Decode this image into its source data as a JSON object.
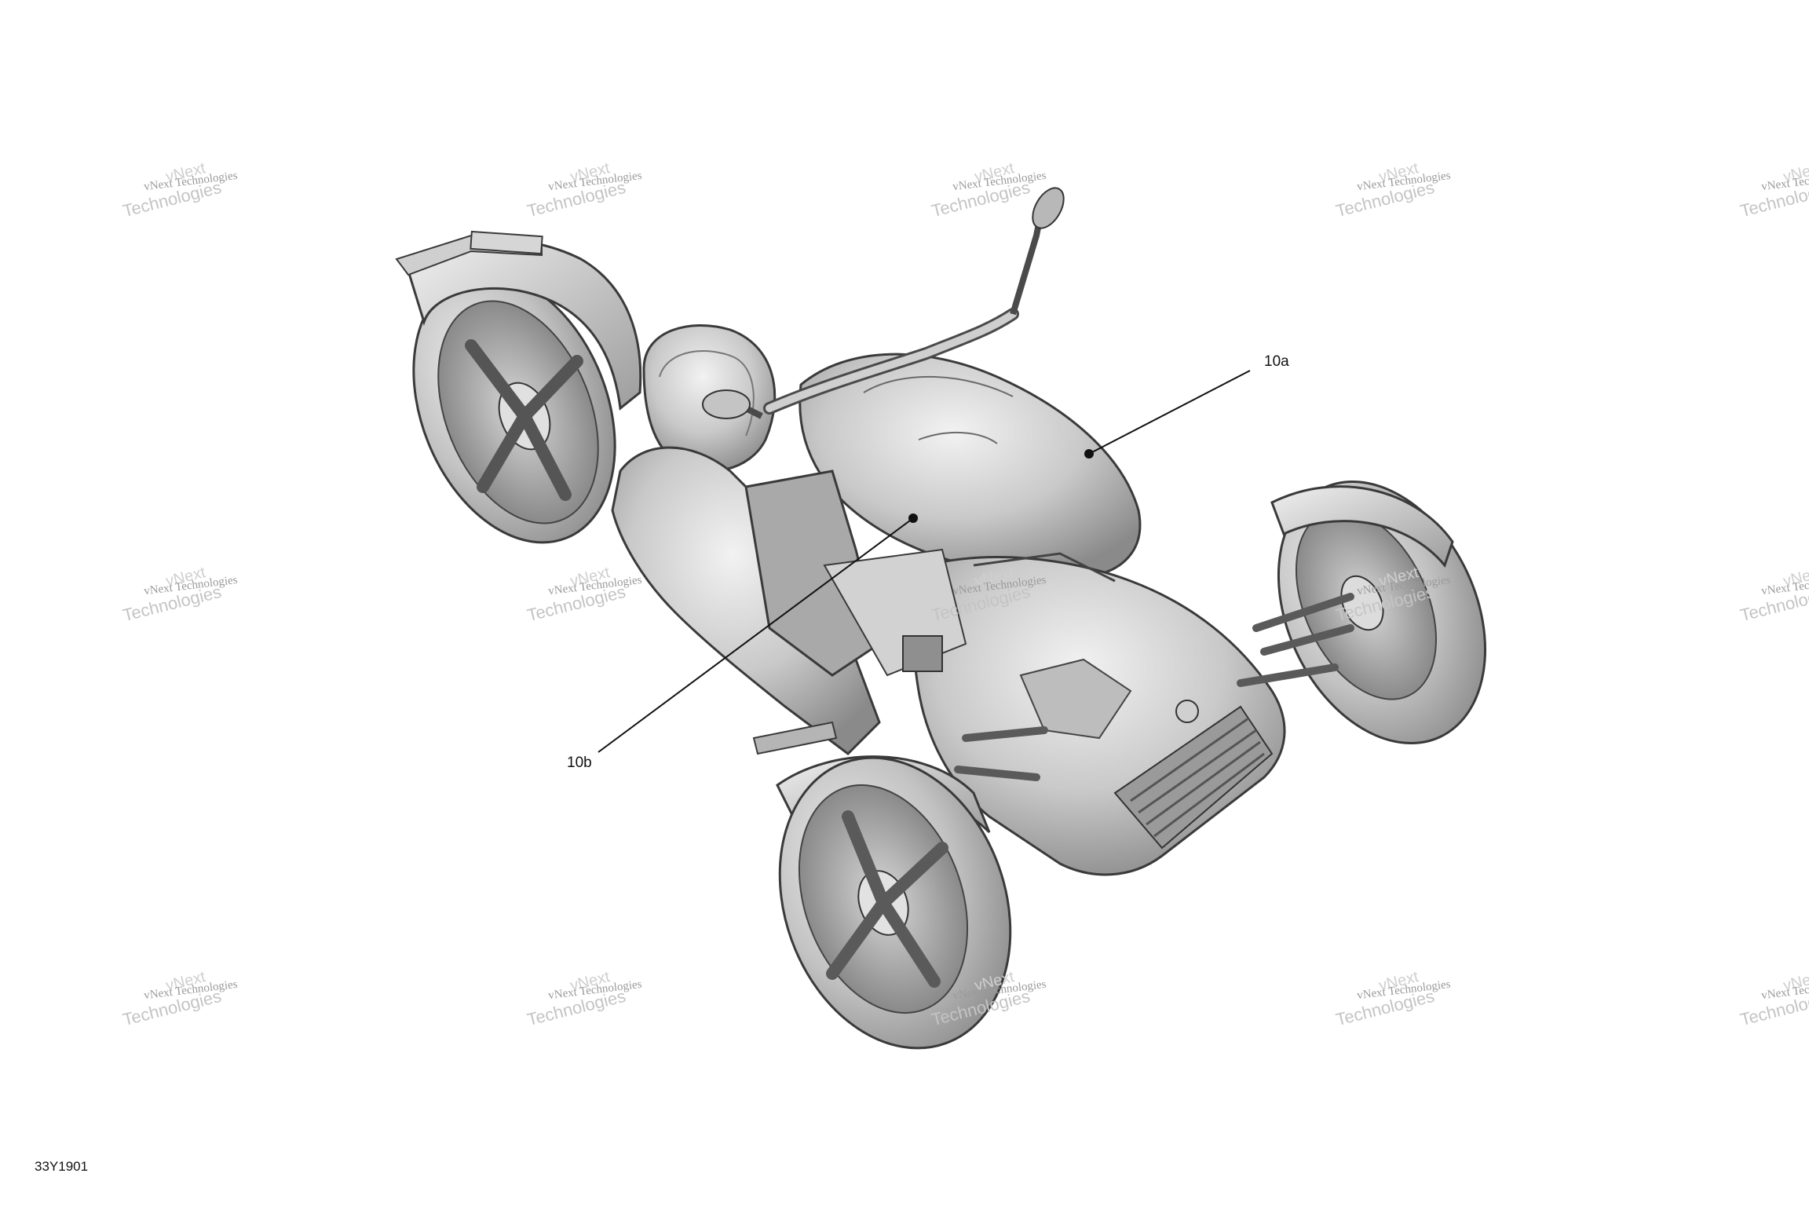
{
  "diagram": {
    "drawing_id": "33Y1901",
    "callouts": [
      {
        "id": "10a",
        "label": "10a"
      },
      {
        "id": "10b",
        "label": "10b"
      }
    ],
    "watermark": {
      "line1": "vNext Technologies",
      "line2": "Technologies",
      "line3": "vNext"
    }
  },
  "colors": {
    "body_light": "#e4e4e4",
    "body_mid": "#b9b9b9",
    "body_dark": "#7d7d7d",
    "outline": "#3a3a3a",
    "leader": "#111111"
  }
}
